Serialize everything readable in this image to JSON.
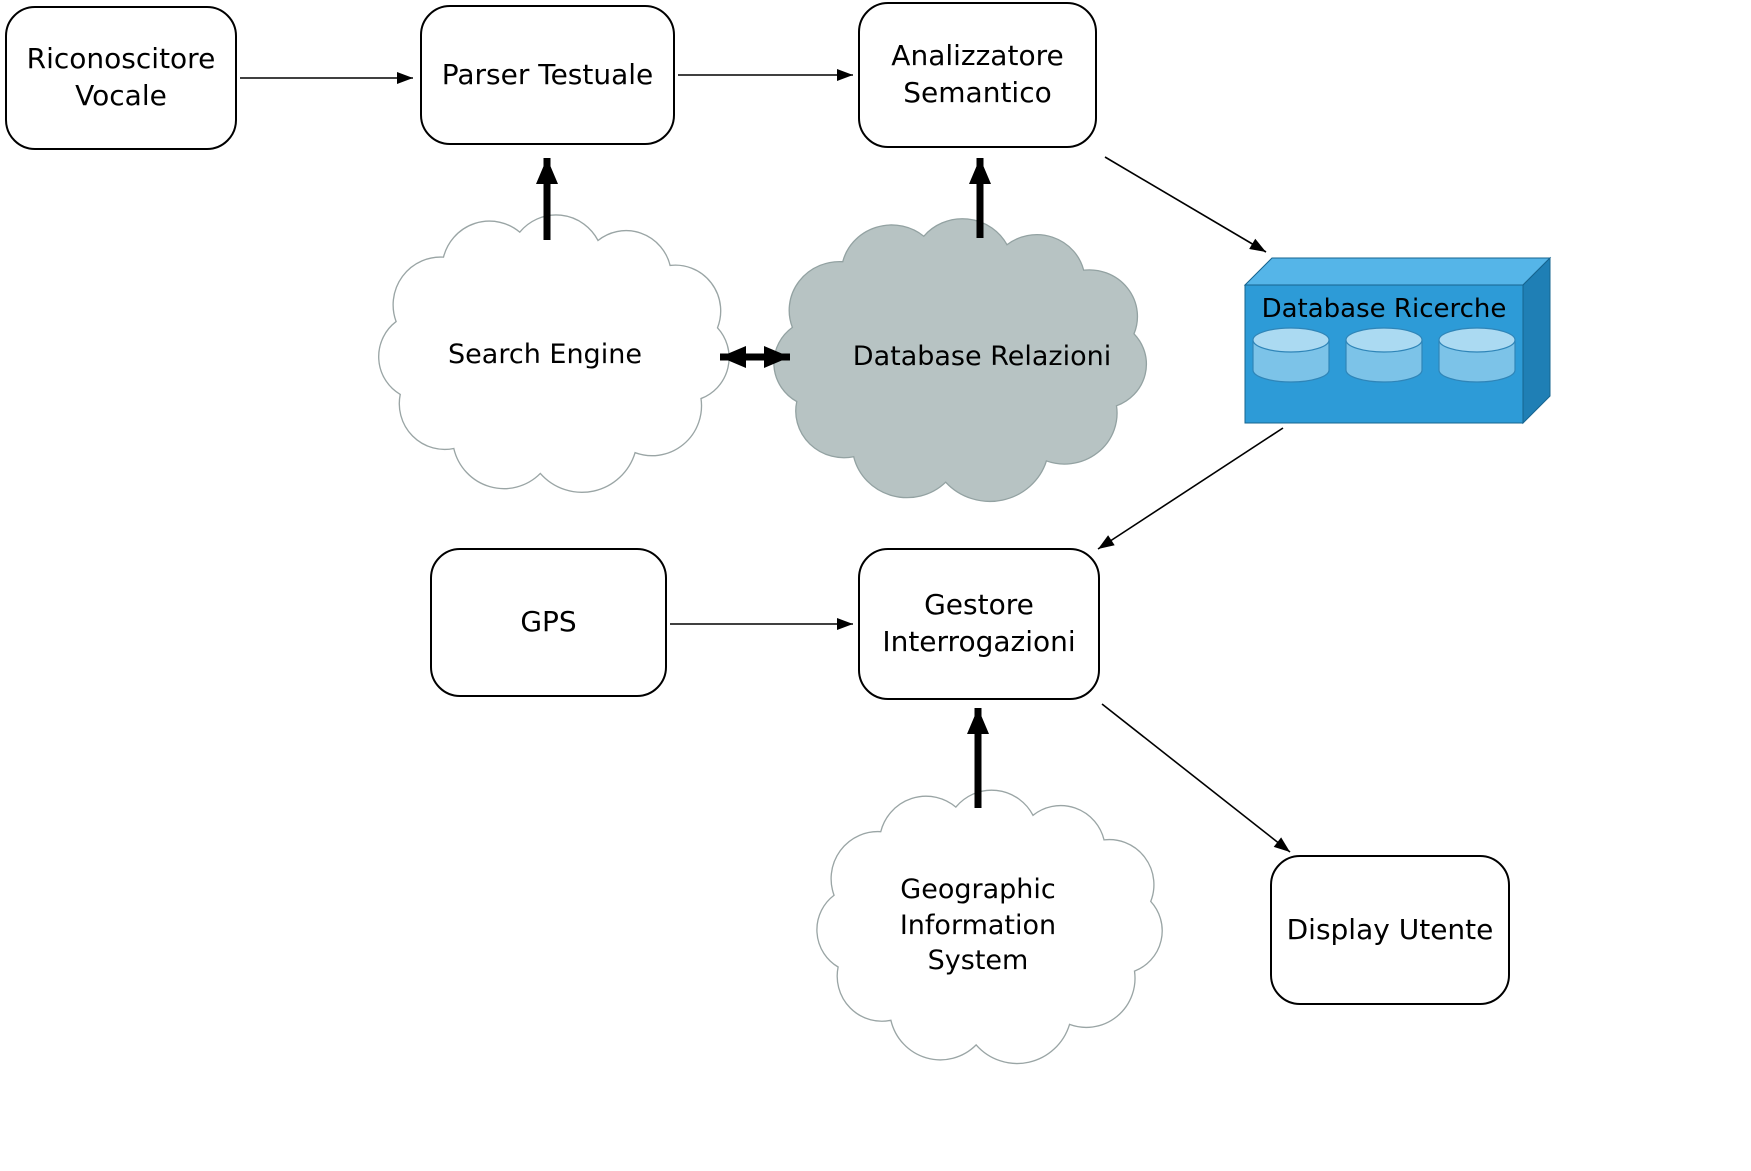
{
  "diagram": {
    "nodes": {
      "riconoscitore_vocale": {
        "label": "Riconoscitore\nVocale",
        "type": "box"
      },
      "parser_testuale": {
        "label": "Parser Testuale",
        "type": "box"
      },
      "analizzatore_semantico": {
        "label": "Analizzatore\nSemantico",
        "type": "box"
      },
      "search_engine": {
        "label": "Search Engine",
        "type": "cloud"
      },
      "database_relazioni": {
        "label": "Database Relazioni",
        "type": "cloud"
      },
      "database_ricerche": {
        "label": "Database Ricerche",
        "type": "database"
      },
      "gps": {
        "label": "GPS",
        "type": "box"
      },
      "gestore_interrogazioni": {
        "label": "Gestore\nInterrogazioni",
        "type": "box"
      },
      "geographic_information_system": {
        "label": "Geographic\nInformation\nSystem",
        "type": "cloud"
      },
      "display_utente": {
        "label": "Display Utente",
        "type": "box"
      }
    },
    "edges": [
      {
        "from": "riconoscitore_vocale",
        "to": "parser_testuale",
        "style": "thin"
      },
      {
        "from": "parser_testuale",
        "to": "analizzatore_semantico",
        "style": "thin"
      },
      {
        "from": "search_engine",
        "to": "parser_testuale",
        "style": "thick"
      },
      {
        "from": "search_engine",
        "to": "database_relazioni",
        "style": "thick-double"
      },
      {
        "from": "database_relazioni",
        "to": "analizzatore_semantico",
        "style": "thick"
      },
      {
        "from": "analizzatore_semantico",
        "to": "database_ricerche",
        "style": "thin"
      },
      {
        "from": "database_ricerche",
        "to": "gestore_interrogazioni",
        "style": "thin"
      },
      {
        "from": "gps",
        "to": "gestore_interrogazioni",
        "style": "thin"
      },
      {
        "from": "geographic_information_system",
        "to": "gestore_interrogazioni",
        "style": "thick"
      },
      {
        "from": "gestore_interrogazioni",
        "to": "display_utente",
        "style": "thin"
      }
    ],
    "colors": {
      "box_fill": "#ffffff",
      "box_stroke": "#000000",
      "cloud_white_fill": "#ffffff",
      "cloud_white_stroke": "#9aa5a5",
      "cloud_gray_fill": "#b7c3c3",
      "cloud_gray_stroke": "#93a2a2",
      "db_front": "#2d9bd7",
      "db_top": "#55b5e8",
      "db_side": "#1f7fb5",
      "cylinder_body": "#7cc3e8",
      "cylinder_top": "#abdaf2",
      "arrow": "#000000"
    }
  }
}
